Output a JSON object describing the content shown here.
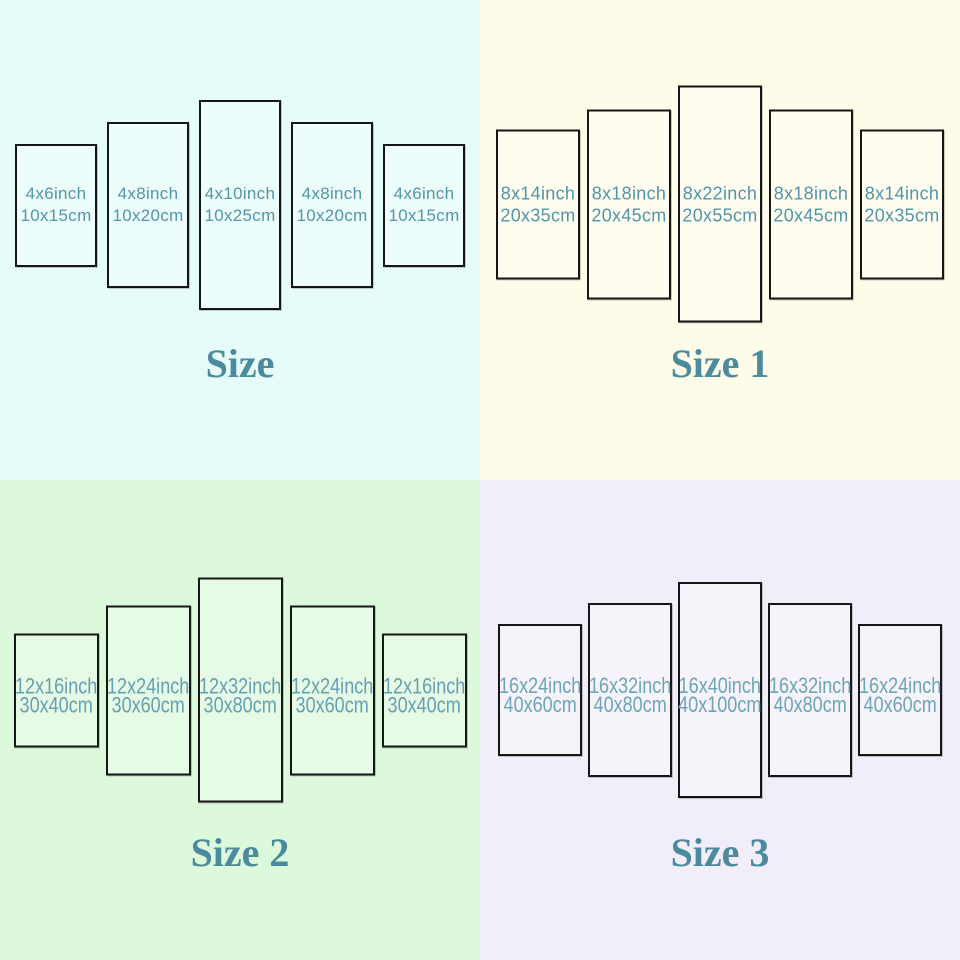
{
  "title_color": "#4C8B9E",
  "panel_border_color": "#161616",
  "quadrants": [
    {
      "title": "Size",
      "background": "#E5FCFA",
      "text_color": "#5195A9",
      "panels": [
        {
          "inch": "4x6inch",
          "cm": "10x15cm"
        },
        {
          "inch": "4x8inch",
          "cm": "10x20cm"
        },
        {
          "inch": "4x10inch",
          "cm": "10x25cm"
        },
        {
          "inch": "4x8inch",
          "cm": "10x20cm"
        },
        {
          "inch": "4x6inch",
          "cm": "10x15cm"
        }
      ]
    },
    {
      "title": "Size 1",
      "background": "#FEFCE8",
      "text_color": "#5195A9",
      "panels": [
        {
          "inch": "8x14inch",
          "cm": "20x35cm"
        },
        {
          "inch": "8x18inch",
          "cm": "20x45cm"
        },
        {
          "inch": "8x22inch",
          "cm": "20x55cm"
        },
        {
          "inch": "8x18inch",
          "cm": "20x45cm"
        },
        {
          "inch": "8x14inch",
          "cm": "20x35cm"
        }
      ]
    },
    {
      "title": "Size 2",
      "background": "#DCFADB",
      "text_color": "#64A0B1",
      "panels": [
        {
          "inch": "12x16inch",
          "cm": "30x40cm"
        },
        {
          "inch": "12x24inch",
          "cm": "30x60cm"
        },
        {
          "inch": "12x32inch",
          "cm": "30x80cm"
        },
        {
          "inch": "12x24inch",
          "cm": "30x60cm"
        },
        {
          "inch": "12x16inch",
          "cm": "30x40cm"
        }
      ]
    },
    {
      "title": "Size 3",
      "background": "#F2EEF9",
      "text_color": "#6CA5B8",
      "panels": [
        {
          "inch": "16x24inch",
          "cm": "40x60cm"
        },
        {
          "inch": "16x32inch",
          "cm": "40x80cm"
        },
        {
          "inch": "16x40inch",
          "cm": "40x100cm"
        },
        {
          "inch": "16x32inch",
          "cm": "40x80cm"
        },
        {
          "inch": "16x24inch",
          "cm": "40x60cm"
        }
      ]
    }
  ]
}
